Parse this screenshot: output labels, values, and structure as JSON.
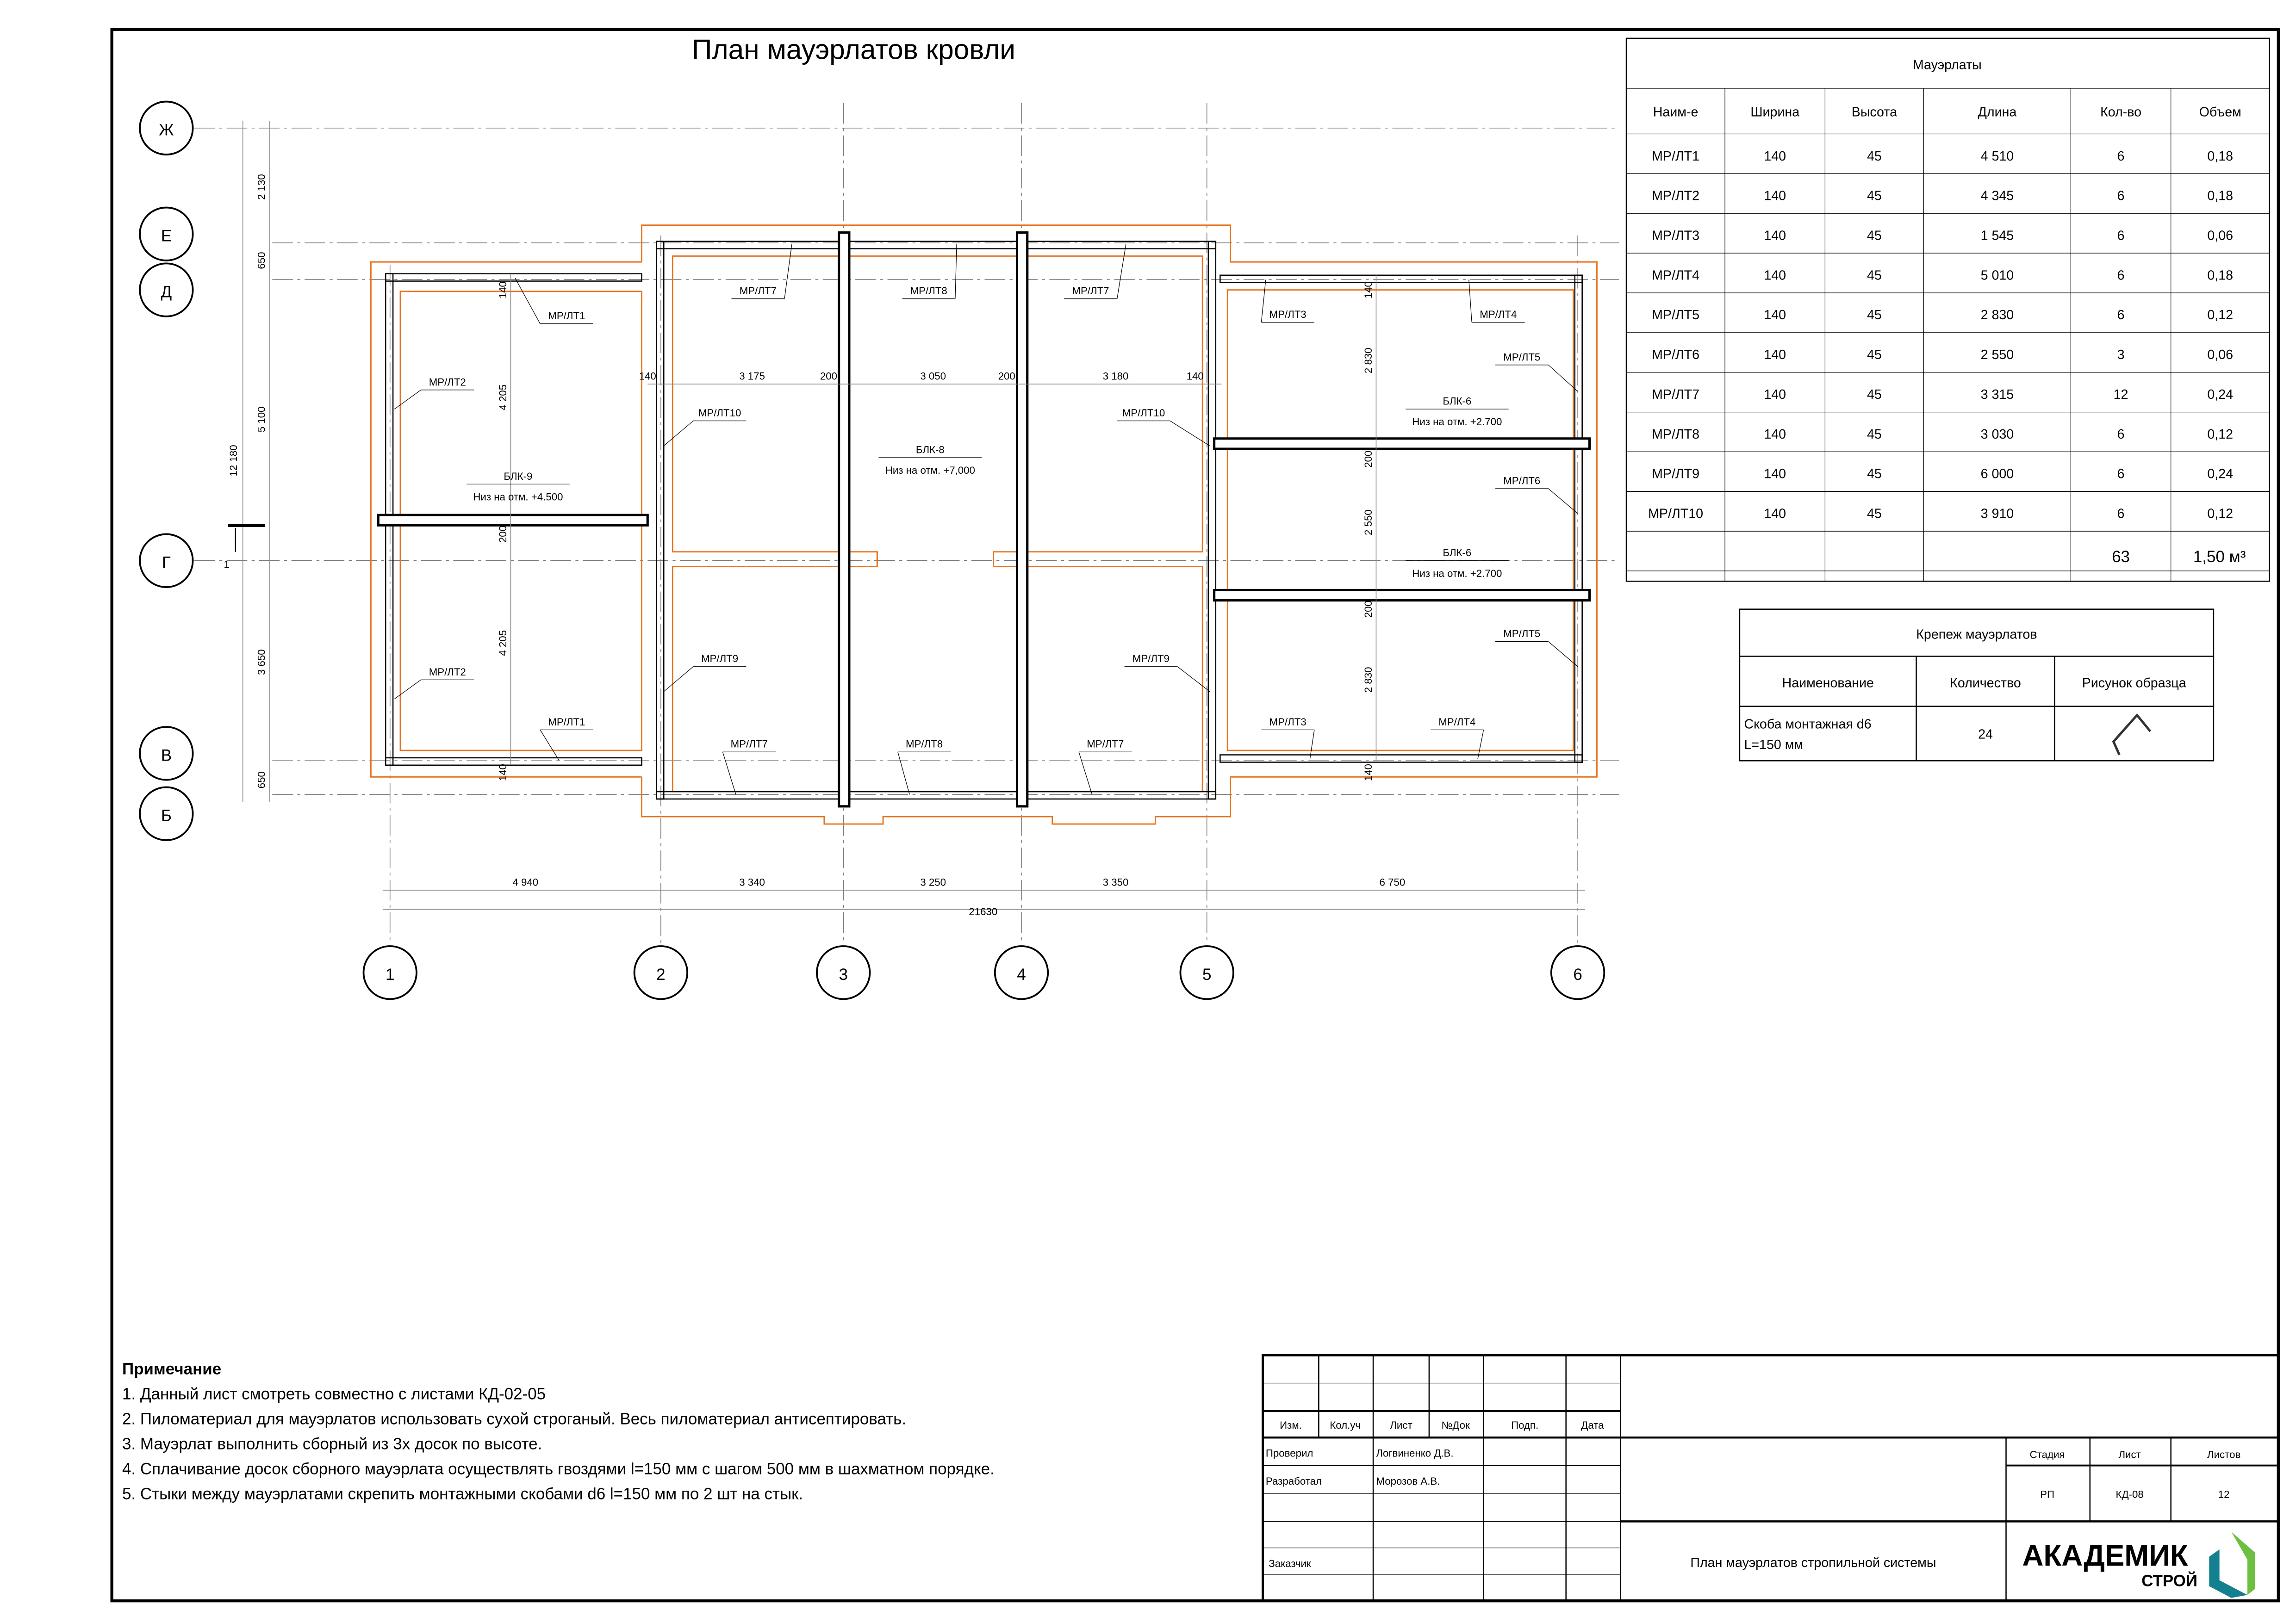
{
  "title": "План мауэрлатов кровли",
  "axes": {
    "rows": [
      "Ж",
      "Е",
      "Д",
      "Г",
      "В",
      "Б"
    ],
    "columns": [
      "1",
      "2",
      "3",
      "4",
      "5",
      "6"
    ]
  },
  "dimensions": {
    "bottom_chain": [
      "4 940",
      "3 340",
      "3 250",
      "3 350",
      "6 750"
    ],
    "bottom_total": "21630",
    "left_chain": [
      "2 130",
      "650",
      "5 100",
      "3 650",
      "650"
    ],
    "left_total": "12 180",
    "section_mark": "1",
    "center_row": [
      "140",
      "3 175",
      "200",
      "3 050",
      "200",
      "3 180",
      "140"
    ],
    "left_wing": [
      "140",
      "4 205",
      "200",
      "4 205",
      "140"
    ],
    "right_wing": [
      "140",
      "2 830",
      "200",
      "2 550",
      "200",
      "2 830",
      "140"
    ]
  },
  "plan_labels": [
    "МР/ЛТ1",
    "МР/ЛТ2",
    "МР/ЛТ2",
    "МР/ЛТ1",
    "МР/ЛТ7",
    "МР/ЛТ8",
    "МР/ЛТ7",
    "МР/ЛТ10",
    "МР/ЛТ10",
    "МР/ЛТ9",
    "МР/ЛТ9",
    "МР/ЛТ7",
    "МР/ЛТ8",
    "МР/ЛТ7",
    "МР/ЛТ3",
    "МР/ЛТ4",
    "МР/ЛТ5",
    "МР/ЛТ6",
    "МР/ЛТ5",
    "МР/ЛТ3",
    "МР/ЛТ4"
  ],
  "beams": [
    {
      "name": "БЛК-9",
      "level": "Низ на отм. +4.500"
    },
    {
      "name": "БЛК-8",
      "level": "Низ на отм. +7,000"
    },
    {
      "name": "БЛК-6",
      "level": "Низ на отм. +2.700"
    },
    {
      "name": "БЛК-6",
      "level": "Низ на отм. +2.700"
    }
  ],
  "mauerlat_table": {
    "title": "Мауэрлаты",
    "headers": [
      "Наим-е",
      "Ширина",
      "Высота",
      "Длина",
      "Кол-во",
      "Объем"
    ],
    "rows": [
      [
        "МР/ЛТ1",
        "140",
        "45",
        "4 510",
        "6",
        "0,18"
      ],
      [
        "МР/ЛТ2",
        "140",
        "45",
        "4 345",
        "6",
        "0,18"
      ],
      [
        "МР/ЛТ3",
        "140",
        "45",
        "1 545",
        "6",
        "0,06"
      ],
      [
        "МР/ЛТ4",
        "140",
        "45",
        "5 010",
        "6",
        "0,18"
      ],
      [
        "МР/ЛТ5",
        "140",
        "45",
        "2 830",
        "6",
        "0,12"
      ],
      [
        "МР/ЛТ6",
        "140",
        "45",
        "2 550",
        "3",
        "0,06"
      ],
      [
        "МР/ЛТ7",
        "140",
        "45",
        "3 315",
        "12",
        "0,24"
      ],
      [
        "МР/ЛТ8",
        "140",
        "45",
        "3 030",
        "6",
        "0,12"
      ],
      [
        "МР/ЛТ9",
        "140",
        "45",
        "6 000",
        "6",
        "0,24"
      ],
      [
        "МР/ЛТ10",
        "140",
        "45",
        "3 910",
        "6",
        "0,12"
      ]
    ],
    "total_qty": "63",
    "total_volume": "1,50 м³"
  },
  "fastener_table": {
    "title": "Крепеж мауэрлатов",
    "headers": [
      "Наименование",
      "Количество",
      "Рисунок образца"
    ],
    "item_line1": "Скоба монтажная d6",
    "item_line2": "L=150 мм",
    "qty": "24"
  },
  "notes": {
    "heading": "Примечание",
    "items": [
      "1. Данный лист смотреть совместно с листами КД-02-05",
      "2. Пиломатериал для мауэрлатов использовать сухой строганый. Весь пиломатериал антисептировать.",
      "3. Мауэрлат выполнить сборный из 3х досок по высоте.",
      "4. Сплачивание досок сборного мауэрлата осуществлять гвоздями l=150 мм с шагом 500 мм в шахматном порядке.",
      "5. Стыки между мауэрлатами скрепить монтажными скобами d6 l=150 мм по 2 шт на стык."
    ]
  },
  "title_block": {
    "col_headers": [
      "Изм.",
      "Кол.уч",
      "Лист",
      "№Док",
      "Подп.",
      "Дата"
    ],
    "checked_label": "Проверил",
    "checked_name": "Логвиненко Д.В.",
    "developed_label": "Разработал",
    "developed_name": "Морозов А.В.",
    "customer_label": "Заказчик",
    "sheet_title": "План мауэрлатов стропильной системы",
    "stage_label": "Стадия",
    "sheet_label": "Лист",
    "sheets_label": "Листов",
    "stage": "РП",
    "sheet": "КД-08",
    "sheets": "12",
    "logo_top": "АКАДЕМИК",
    "logo_bottom": "СТРОЙ",
    "logo_green": "#6cbf3f",
    "logo_teal": "#13808f"
  }
}
